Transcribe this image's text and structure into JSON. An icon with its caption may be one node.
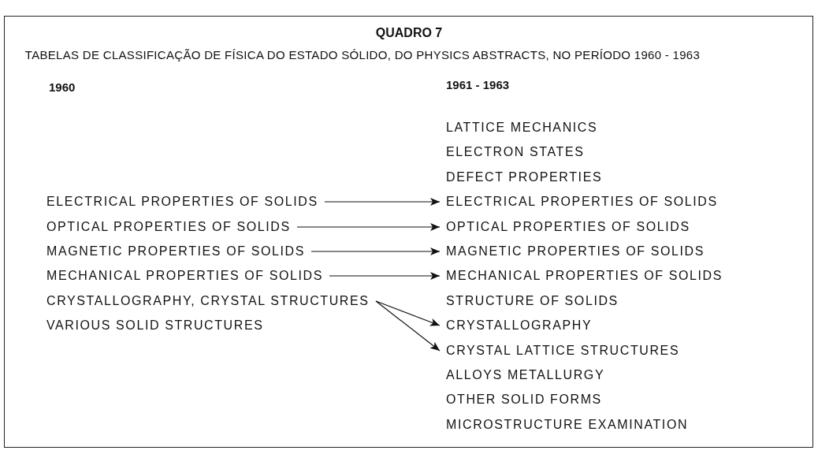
{
  "diagram": {
    "title": "QUADRO 7",
    "nodes": [
      {
        "text": [
          "ELECTRICAL PROPERTIES OF SOLIDS"
        ]
      },
      {
        "text": [
          "OPTICAL PROPERTIES OF SOLIDS"
        ]
      },
      {
        "text": [
          "MAGNETIC PROPERTIES OF SOLIDS"
        ]
      },
      {
        "text": [
          "MECHANICAL PROPERTIES OF SOLIDS"
        ]
      },
      {
        "text": [
          "CRYSTALLOGRAPHY, CRYSTAL STRUCTURES"
        ]
      },
      {
        "text": [
          "ELECTRICAL PROPERTIES OF SOLIDS"
        ]
      },
      {
        "text": [
          "OPTICAL PROPERTIES OF SOLIDS"
        ]
      },
      {
        "text": [
          "MAGNETIC PROPERTIES OF SOLIDS"
        ]
      },
      {
        "text": [
          "MECHANICAL PROPERTIES OF SOLIDS"
        ]
      },
      {
        "text": [
          "CRYSTALLOGRAPHY"
        ]
      },
      {
        "text": [
          "CRYSTAL LATTICE STRUCTURES"
        ]
      }
    ],
    "edges": [
      {
        "from": 0,
        "to": 5,
        "arrow": "to"
      },
      {
        "from": 1,
        "to": 6,
        "arrow": "to"
      },
      {
        "from": 2,
        "to": 7,
        "arrow": "to"
      },
      {
        "from": 3,
        "to": 8,
        "arrow": "to"
      },
      {
        "from": 4,
        "to": 9,
        "arrow": "to"
      },
      {
        "from": 4,
        "to": 10,
        "arrow": "to"
      }
    ],
    "labels": [
      "TABELAS DE CLASSIFICAÇÃO DE FÍSICA DO ESTADO SÓLIDO, DO PHYSICS ABSTRACTS, NO PERÍODO 1960 - 1963",
      "1960",
      "1961 - 1963",
      "LATTICE MECHANICS",
      "ELECTRON STATES",
      "DEFECT PROPERTIES",
      "VARIOUS SOLID STRUCTURES",
      "STRUCTURE OF SOLIDS",
      "ALLOYS METALLURGY",
      "OTHER SOLID FORMS",
      "MICROSTRUCTURE EXAMINATION"
    ]
  }
}
